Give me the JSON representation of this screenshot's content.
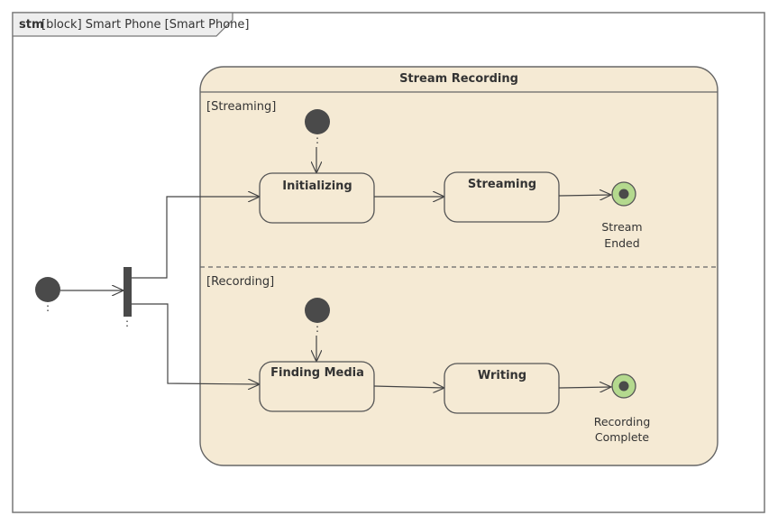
{
  "frame": {
    "keyword": "stm",
    "title": "[block] Smart Phone [Smart Phone]"
  },
  "composite_state": {
    "name": "Stream Recording",
    "regions": [
      {
        "label": "[Streaming]",
        "states": [
          "Initializing",
          "Streaming"
        ],
        "final": {
          "line1": "Stream",
          "line2": "Ended"
        }
      },
      {
        "label": "[Recording]",
        "states": [
          "Finding Media",
          "Writing"
        ],
        "final": {
          "line1": "Recording",
          "line2": "Complete"
        }
      }
    ]
  },
  "pseudo": {
    "initial_label": ":",
    "fork_label": ":",
    "region_initial_label": ":"
  },
  "colors": {
    "state_fill": "#f5ead4",
    "border": "#555555",
    "node": "#4a4a4a",
    "final_fill": "#b4d98e"
  }
}
